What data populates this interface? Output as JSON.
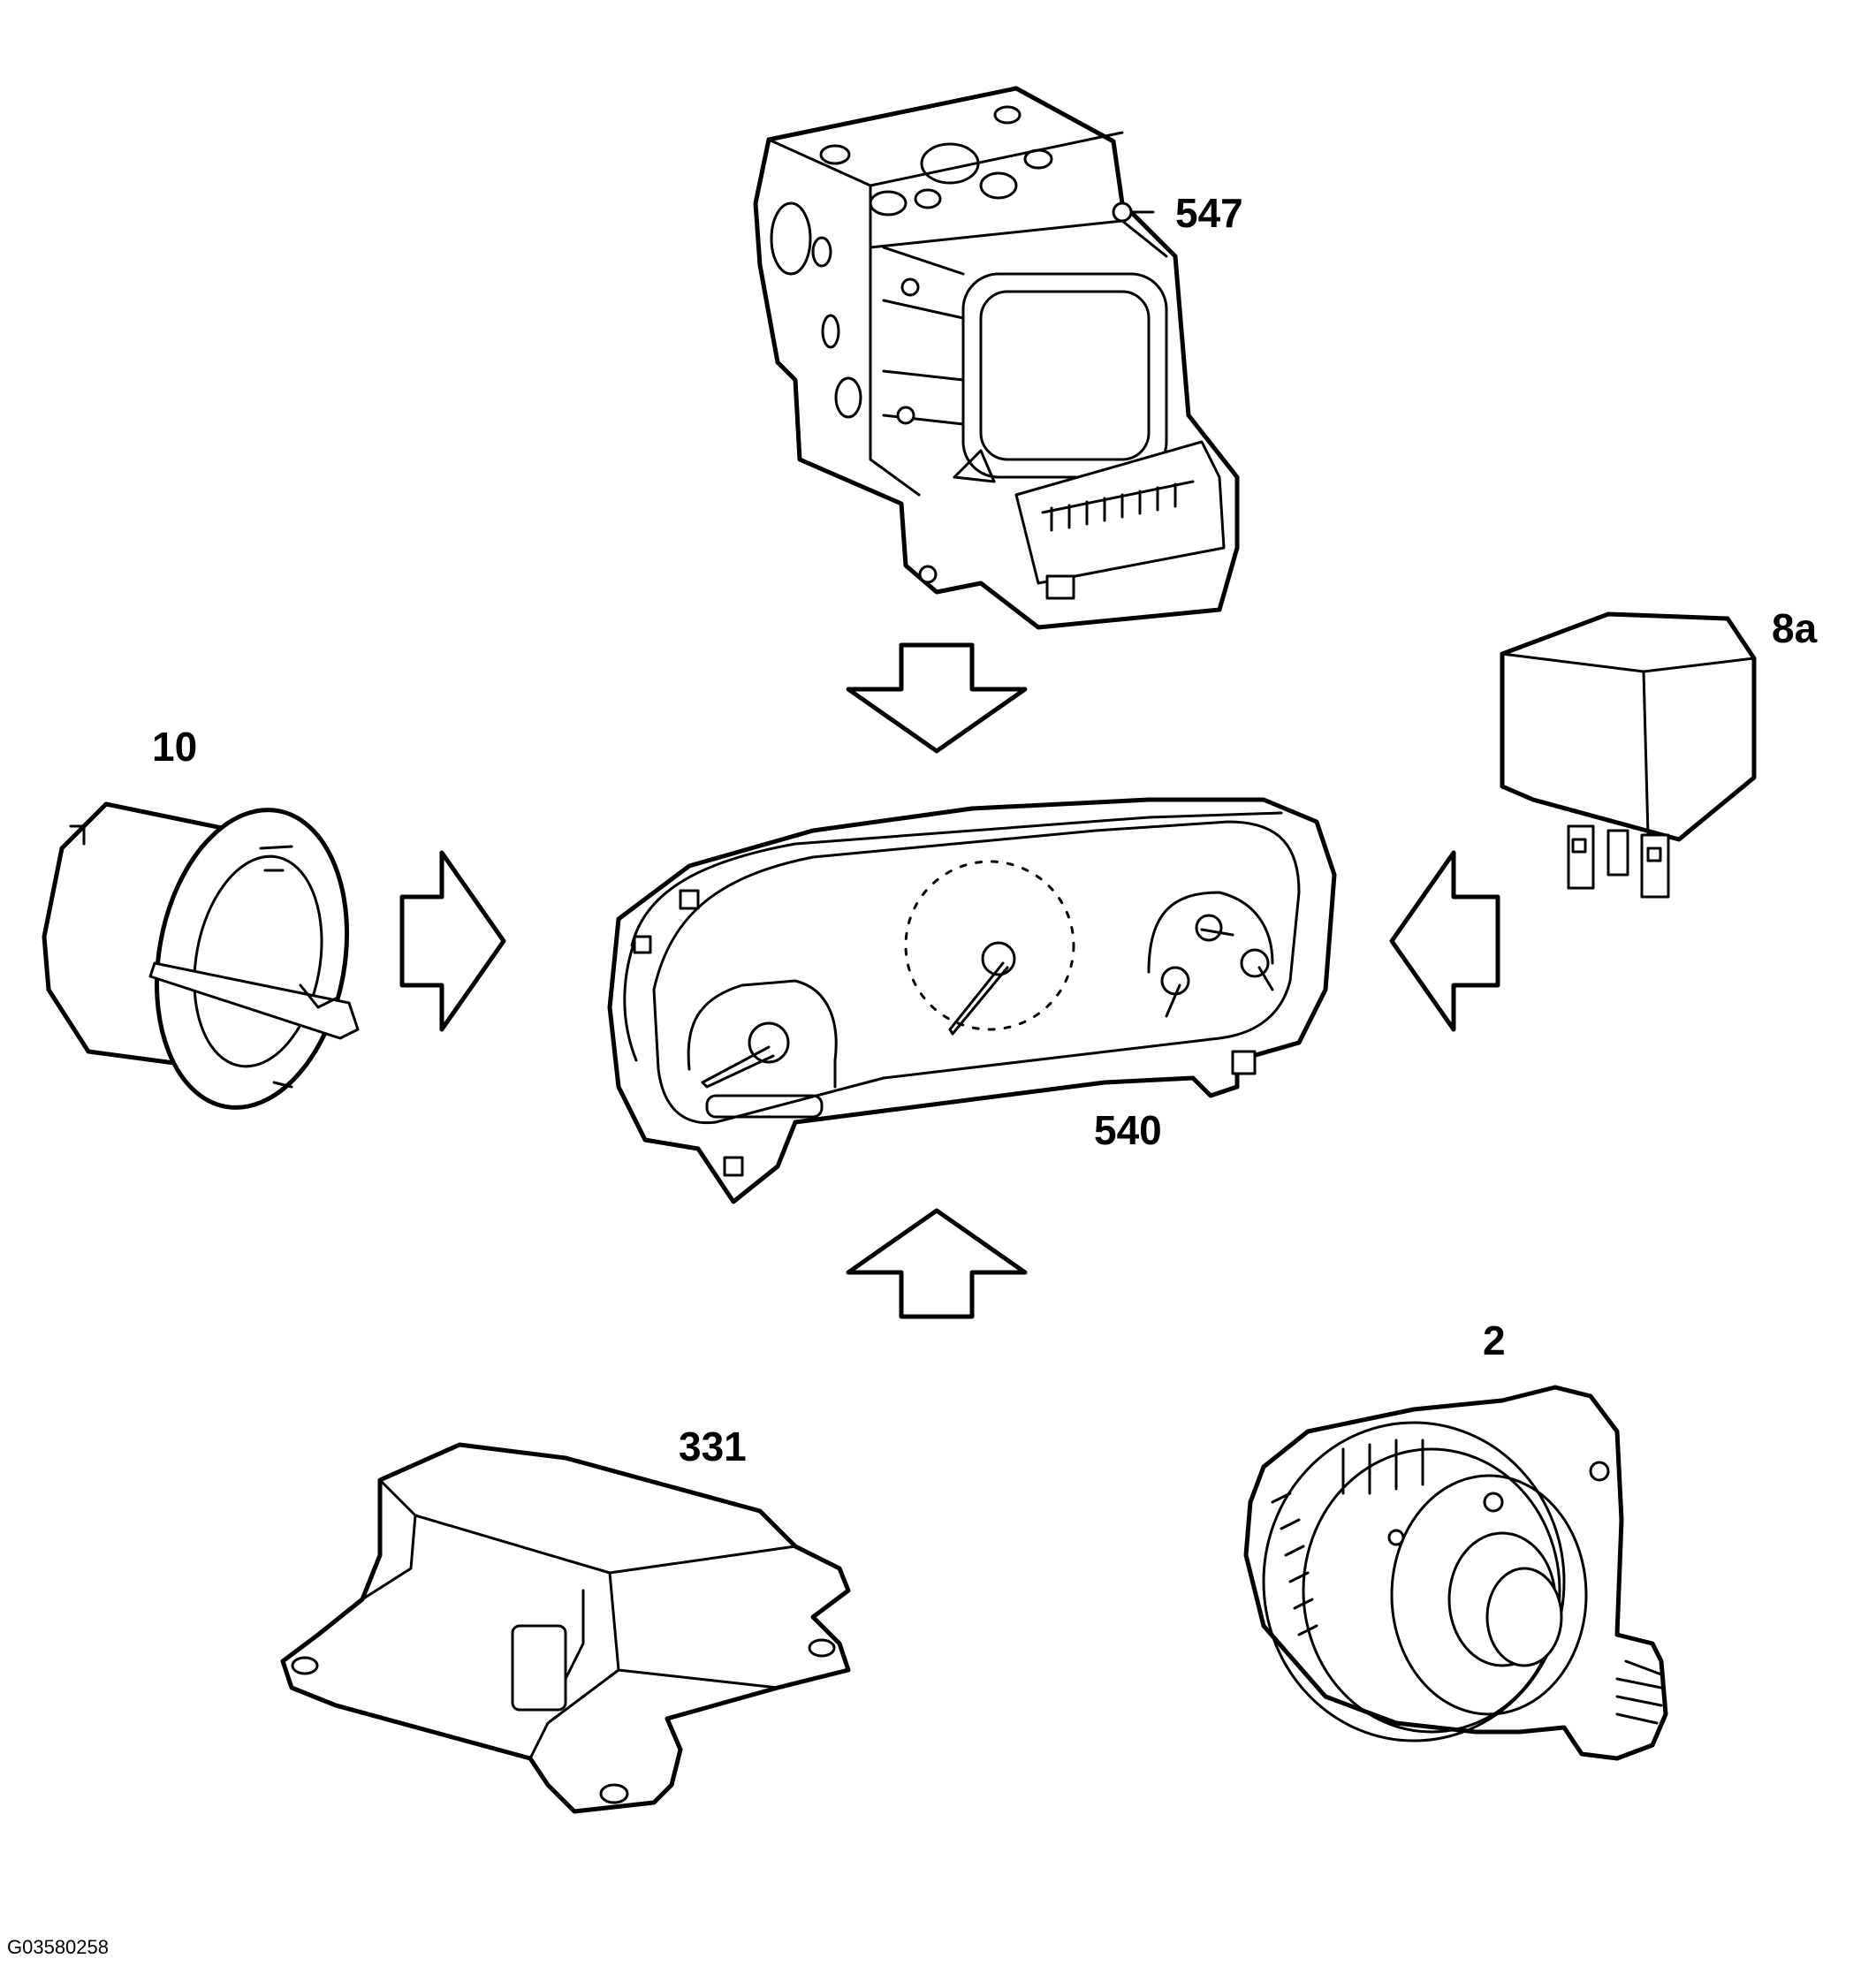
{
  "components": {
    "abs_module": {
      "label": "547"
    },
    "relay": {
      "label": "8a"
    },
    "light_switch": {
      "label": "10"
    },
    "instrument_cluster": {
      "label": "540"
    },
    "airbag_module": {
      "label": "331"
    },
    "alternator": {
      "label": "2"
    }
  },
  "arrows": [
    "arrow-down",
    "arrow-right",
    "arrow-left",
    "arrow-up"
  ],
  "reference_code": "G03580258"
}
